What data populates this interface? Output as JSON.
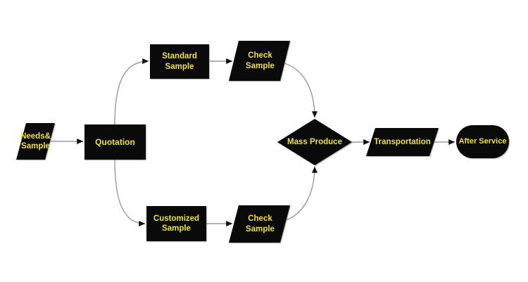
{
  "diagram": {
    "description": "Product order workflow flowchart",
    "colors": {
      "background": "#ffffff",
      "node_fill": "#0a0a0a",
      "node_text": "#ede23a",
      "connector_line": "#9a9a9a",
      "arrowhead": "#111111"
    },
    "nodes": [
      {
        "id": "needs-sample",
        "shape": "parallelogram",
        "label": "Needs&\nSample"
      },
      {
        "id": "quotation",
        "shape": "rectangle",
        "label": "Quotation"
      },
      {
        "id": "standard-sample",
        "shape": "rectangle",
        "label": "Standard\nSample"
      },
      {
        "id": "check-sample-top",
        "shape": "parallelogram",
        "label": "Check\nSample"
      },
      {
        "id": "customized-sample",
        "shape": "rectangle",
        "label": "Customized\nSample"
      },
      {
        "id": "check-sample-bottom",
        "shape": "parallelogram",
        "label": "Check\nSample"
      },
      {
        "id": "mass-produce",
        "shape": "diamond",
        "label": "Mass Produce"
      },
      {
        "id": "transportation",
        "shape": "parallelogram",
        "label": "Transportation"
      },
      {
        "id": "after-service",
        "shape": "stadium",
        "label": "After Service"
      }
    ],
    "edges": [
      {
        "from": "needs-sample",
        "to": "quotation"
      },
      {
        "from": "quotation",
        "to": "standard-sample"
      },
      {
        "from": "quotation",
        "to": "customized-sample"
      },
      {
        "from": "standard-sample",
        "to": "check-sample-top"
      },
      {
        "from": "check-sample-top",
        "to": "mass-produce"
      },
      {
        "from": "customized-sample",
        "to": "check-sample-bottom"
      },
      {
        "from": "check-sample-bottom",
        "to": "mass-produce"
      },
      {
        "from": "mass-produce",
        "to": "transportation"
      },
      {
        "from": "transportation",
        "to": "after-service"
      }
    ]
  }
}
